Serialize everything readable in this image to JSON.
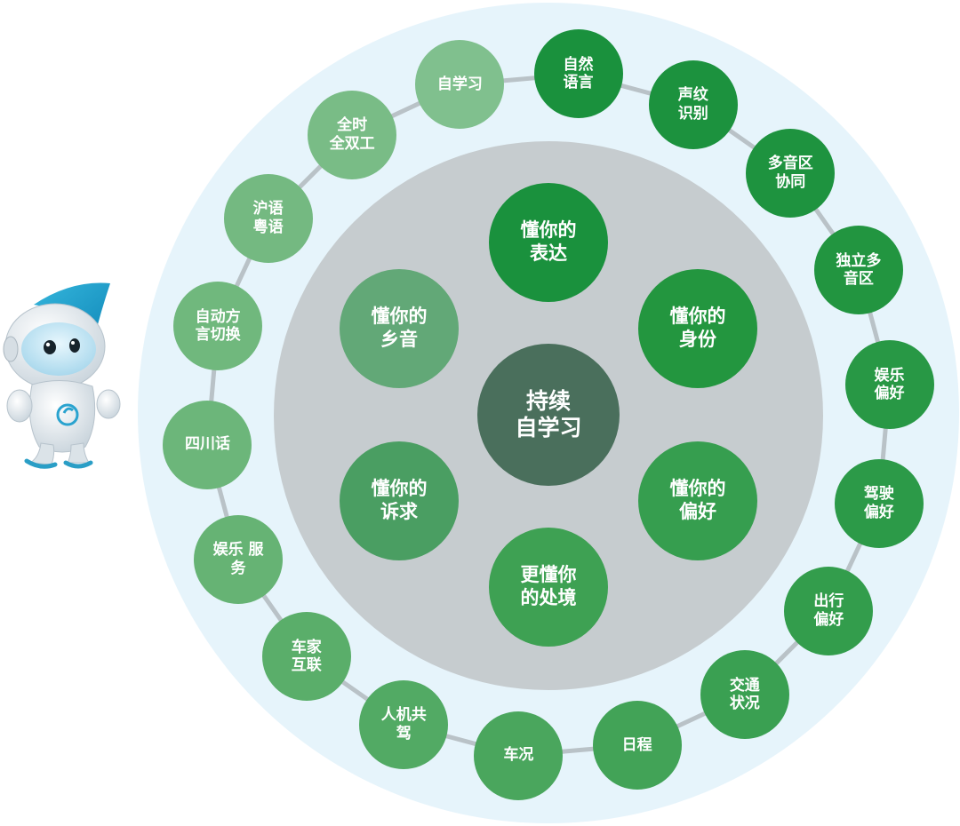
{
  "colors": {
    "outer_ring": "#e6f4fb",
    "inner_ring": "#c6cccf",
    "connector": "#b9c2c7",
    "center": "#4a6f5c",
    "dark_green": "#1d9340",
    "mid_green": "#45a55c",
    "light_green": "#7cc08e"
  },
  "center": {
    "label": "持续\n自学习",
    "color": "#4a6f5c"
  },
  "inner_nodes": [
    {
      "label": "懂你的\n表达",
      "color": "#1a913d"
    },
    {
      "label": "懂你的\n身份",
      "color": "#23963f"
    },
    {
      "label": "懂你的\n偏好",
      "color": "#369e4f"
    },
    {
      "label": "更懂你\n的处境",
      "color": "#3ea153"
    },
    {
      "label": "懂你的\n诉求",
      "color": "#4a9e62"
    },
    {
      "label": "懂你的\n乡音",
      "color": "#62a877"
    }
  ],
  "outer_nodes": [
    {
      "label": "自然\n语言",
      "color": "#1a913d"
    },
    {
      "label": "声纹\n识别",
      "color": "#1c923e"
    },
    {
      "label": "多音区\n协同",
      "color": "#1e933f"
    },
    {
      "label": "独立多\n音区",
      "color": "#229540"
    },
    {
      "label": "娱乐\n偏好",
      "color": "#289845"
    },
    {
      "label": "驾驶\n偏好",
      "color": "#2c9a48"
    },
    {
      "label": "出行\n偏好",
      "color": "#339d4c"
    },
    {
      "label": "交通\n状况",
      "color": "#3aa052"
    },
    {
      "label": "日程",
      "color": "#42a357"
    },
    {
      "label": "车况",
      "color": "#4aa65d"
    },
    {
      "label": "人机共\n驾",
      "color": "#52aa64"
    },
    {
      "label": "车家\n互联",
      "color": "#5aae6a"
    },
    {
      "label": "娱乐 服\n务",
      "color": "#66b374"
    },
    {
      "label": "四川话",
      "color": "#6cb67a"
    },
    {
      "label": "自动方\n言切换",
      "color": "#70b87d"
    },
    {
      "label": "沪语\n粤语",
      "color": "#74b981"
    },
    {
      "label": "全时\n全双工",
      "color": "#79bc86"
    },
    {
      "label": "自学习",
      "color": "#80c08e"
    }
  ],
  "mascot": {
    "icon": "robot-mascot-icon"
  }
}
